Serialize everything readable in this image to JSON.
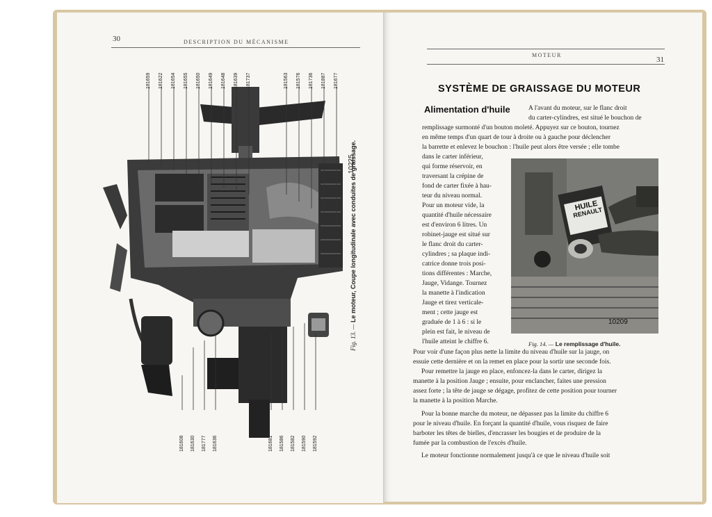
{
  "left_page": {
    "page_number": "30",
    "running_head": "DESCRIPTION DU MÉCANISME",
    "figure": {
      "top_callouts": [
        "181659",
        "181622",
        "181654",
        "181655",
        "181650",
        "181649",
        "181648",
        "181639",
        "181737",
        "181563",
        "181576",
        "181736",
        "181887",
        "181677"
      ],
      "bottom_callouts": [
        "181608",
        "181630",
        "181777",
        "181636",
        "181681",
        "181586",
        "181582",
        "181590",
        "181592"
      ],
      "reference_number": "10225",
      "caption_lead": "Fig. 13. —",
      "caption_text": "Le moteur, Coupe longitudinale avec conduites de graissage."
    }
  },
  "right_page": {
    "running_head": "MOTEUR",
    "page_number": "31",
    "section_title": "SYSTÈME DE GRAISSAGE DU MOTEUR",
    "subheading": "Alimentation d'huile",
    "intro_lines": [
      "A l'avant du moteur, sur le flanc droit",
      "du carter-cylindres, est situé le bouchon de",
      "remplissage surmonté d'un bouton moleté. Appuyez sur ce bouton, tournez",
      "en même temps d'un quart de tour à droite ou à gauche pour déclencher",
      "la barrette et enlevez le bouchon : l'huile peut alors être versée ; elle tombe"
    ],
    "narrow_lines": [
      "dans le carter inférieur,",
      "qui forme réservoir, en",
      "traversant la crépine de",
      "fond de carter fixée à hau-",
      "teur du niveau normal.",
      "Pour un moteur vide, la",
      "quantité d'huile nécessaire",
      "est d'environ 6 litres. Un",
      "robinet-jauge est situé sur",
      "le flanc droit du carter-",
      "cylindres ; sa plaque indi-",
      "catrice donne trois posi-",
      "tions différentes : Marche,",
      "Jauge, Vidange. Tournez",
      "la manette à l'indication",
      "Jauge et tirez verticale-",
      "ment ; cette jauge est",
      "graduée de 1 à 6 : si le",
      "plein est fait, le niveau de",
      "l'huile atteint le chiffre 6."
    ],
    "lower_lines": [
      "Pour voir d'une façon plus nette la limite du niveau d'huile sur la jauge, on",
      "essuie cette dernière et on la remet en place pour la sortir une seconde fois.",
      "Pour remettre la jauge en place, enfoncez-la dans le carter, dirigez la",
      "manette à la position Jauge ; ensuite, pour enclancher, faites une pression",
      "assez forte ; la tête de jauge se dégage, profitez de cette position pour tourner",
      "la manette à la position Marche.",
      "Pour la bonne marche du moteur, ne dépassez pas la limite du chiffre 6",
      "pour le niveau d'huile. En forçant la quantité d'huile, vous risquez de faire",
      "barboter les têtes de bielles, d'encrasser les bougies et de produire de la",
      "fumée par la combustion de l'excès d'huile.",
      "Le moteur fonctionne normalement jusqu'à ce que le niveau d'huile soit"
    ],
    "photo": {
      "can_label_line1": "HUILE",
      "can_label_line2": "RENAULT",
      "photo_number": "10209",
      "caption_lead": "Fig. 14. —",
      "caption_text": "Le remplissage d'huile."
    }
  }
}
